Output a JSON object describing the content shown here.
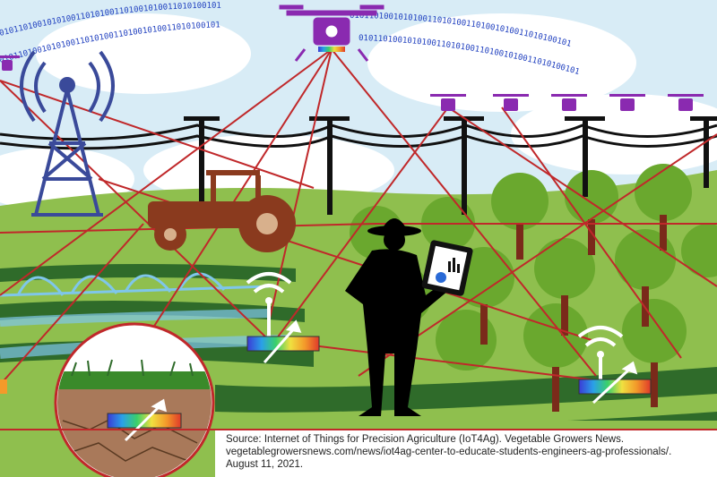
{
  "caption": {
    "line1": "Source: Internet of Things for Precision Agriculture (IoT4Ag). Vegetable Growers News.",
    "line2": "vegetablegrowersnews.com/news/iot4ag-center-to-educate-students-engineers-ag-professionals/.",
    "line3": "August 11, 2021."
  },
  "binary_stream": "0101101001010100110101001101001010011010100101",
  "colors": {
    "sky": "#d8ecf6",
    "field_light": "#8fbf4e",
    "field_dark": "#2f6b2a",
    "tower": "#3a4a9a",
    "drone": "#8a2ab0",
    "network_line": "#c0282a",
    "tractor": "#8a3a1e",
    "water": "#7fc6ea",
    "soil": "#a9795a"
  },
  "icons": {
    "tower": "cell-tower-icon",
    "drone": "drone-icon",
    "tractor": "tractor-icon",
    "farmer": "farmer-silhouette-icon",
    "tablet": "tablet-chart-icon",
    "sensor": "wifi-sensor-icon"
  }
}
